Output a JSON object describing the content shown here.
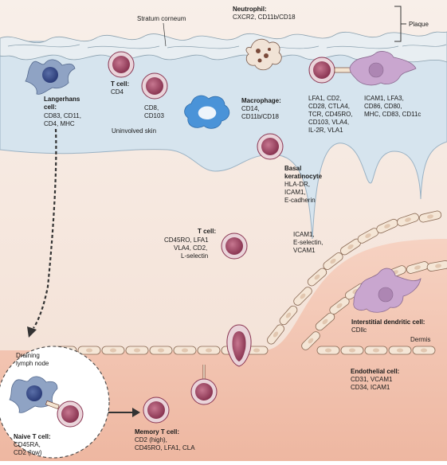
{
  "labels": {
    "stratum_corneum": "Stratum corneum",
    "plaque": "Plaque",
    "uninvolved_skin": "Uninvolved skin",
    "dermis": "Dermis",
    "draining_lymph_node": [
      "Draining",
      "lymph node"
    ]
  },
  "cells": {
    "neutrophil": {
      "name": "Neutrophil:",
      "markers": [
        "CXCR2, CD11b/CD18"
      ]
    },
    "langerhans": {
      "name": [
        "Langerhans",
        "cell:"
      ],
      "markers": [
        "CD83, CD11,",
        "CD4, MHC"
      ]
    },
    "t_cell_epidermis": {
      "name": "T cell:",
      "markers": [
        "CD4"
      ]
    },
    "cd8_cell": {
      "markers": [
        "CD8,",
        "CD103"
      ]
    },
    "macrophage": {
      "name": "Macrophage:",
      "markers": [
        "CD14,",
        "CD11b/CD18"
      ]
    },
    "t_cell_lfa": {
      "markers": [
        "LFA1, CD2,",
        "CD28, CTLA4,",
        "TCR, CD45RO,",
        "CD103, VLA4,",
        "IL-2R, VLA1"
      ]
    },
    "dendritic_epidermis": {
      "markers": [
        "ICAM1, LFA3,",
        "CD86, CD80,",
        "MHC, CD83, CD11c"
      ]
    },
    "basal_keratinocyte": {
      "name": [
        "Basal",
        "keratinocyte"
      ],
      "markers": [
        "HLA-DR,",
        "ICAM1,",
        "E-cadherin"
      ]
    },
    "t_cell_dermis": {
      "name": "T cell:",
      "markers": [
        "CD45RO, LFA1",
        "VLA4, CD2,",
        "L-selectin"
      ]
    },
    "endothelial_adhesion": {
      "markers": [
        "ICAM1,",
        "E-selectin,",
        "VCAM1"
      ]
    },
    "interstitial_dc": {
      "name": "Interstitial dendritic cell:",
      "markers": [
        "CDllc"
      ]
    },
    "endothelial": {
      "name": "Endothelial cell:",
      "markers": [
        "CD31, VCAM1",
        "CD34, ICAM1"
      ]
    },
    "naive_t": {
      "name": "Naive T cell:",
      "markers": [
        "CD45RA,",
        "CD2 (low)"
      ]
    },
    "memory_t": {
      "name": "Memory T cell:",
      "markers": [
        "CD2 (high),",
        "CD45RO, LFA1, CLA"
      ]
    }
  },
  "colors": {
    "epidermis": "#d9e6ee",
    "dermis_upper": "#f6eae3",
    "vessel_lumen": "#f2c6b2",
    "cell_fill": "#a84f6a",
    "cell_ring": "#ead4da",
    "dendritic_fill": "#c9a6cf",
    "macrophage_fill": "#4a93d8",
    "langerhans_fill": "#8fa3c4",
    "endothelial_fill": "#f5e6d6"
  }
}
